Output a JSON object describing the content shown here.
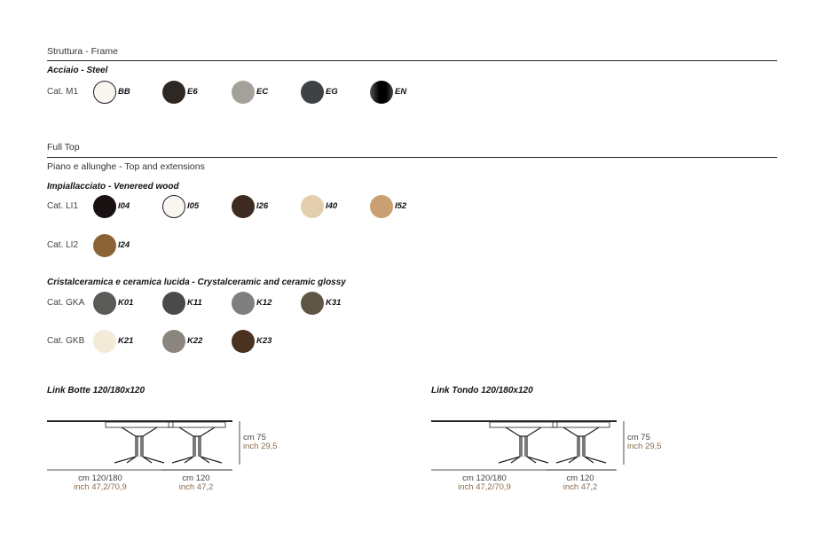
{
  "frame": {
    "title": "Struttura - Frame",
    "material": "Acciaio - Steel",
    "rows": [
      {
        "cat": "Cat. M1",
        "swatches": [
          {
            "code": "BB",
            "color": "#f8f6ee"
          },
          {
            "code": "E6",
            "color": "#2e2824"
          },
          {
            "code": "EC",
            "color": "#a3a199"
          },
          {
            "code": "EG",
            "color": "#3e4244"
          },
          {
            "code": "EN",
            "color": "#111111"
          }
        ]
      }
    ]
  },
  "top": {
    "title": "Full Top",
    "subtitle": "Piano e allunghe - Top and extensions",
    "groups": [
      {
        "material": "Impiallacciato - Venereed wood",
        "rows": [
          {
            "cat": "Cat. LI1",
            "swatches": [
              {
                "code": "I04",
                "color": "#1a1212"
              },
              {
                "code": "I05",
                "color": "#f8f6ee"
              },
              {
                "code": "I26",
                "color": "#3d2a20"
              },
              {
                "code": "I40",
                "color": "#e3cfae"
              },
              {
                "code": "I52",
                "color": "#c9a071"
              }
            ]
          },
          {
            "cat": "Cat. LI2",
            "swatches": [
              {
                "code": "I24",
                "color": "#8a6236"
              }
            ]
          }
        ]
      },
      {
        "material": "Cristalceramica e ceramica lucida - Crystalceramic and ceramic glossy",
        "rows": [
          {
            "cat": "Cat. GKA",
            "swatches": [
              {
                "code": "K01",
                "color": "#5a5a56"
              },
              {
                "code": "K11",
                "color": "#4a4a4a"
              },
              {
                "code": "K12",
                "color": "#7f7f7d"
              },
              {
                "code": "K31",
                "color": "#5f5544"
              }
            ]
          },
          {
            "cat": "Cat. GKB",
            "swatches": [
              {
                "code": "K21",
                "color": "#f3ead7"
              },
              {
                "code": "K22",
                "color": "#8b8580"
              },
              {
                "code": "K23",
                "color": "#4a3120"
              }
            ]
          }
        ]
      }
    ]
  },
  "models": [
    {
      "title": "Link Botte 120/180x120",
      "w1": "cm 120/180",
      "w1i": "inch 47,2/70,9",
      "w2": "cm 120",
      "w2i": "inch 47,2",
      "h": "cm 75",
      "hi": "inch 29,5"
    },
    {
      "title": "Link Tondo 120/180x120",
      "w1": "cm 120/180",
      "w1i": "inch 47,2/70,9",
      "w2": "cm 120",
      "w2i": "inch 47,2",
      "h": "cm 75",
      "hi": "inch 29,5"
    }
  ]
}
